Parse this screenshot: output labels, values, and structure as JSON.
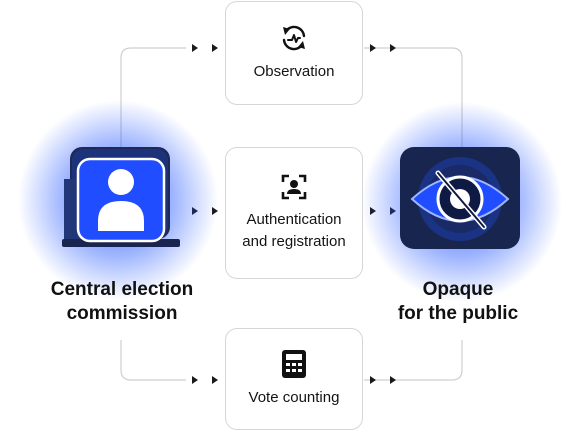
{
  "actors": {
    "left": {
      "line1": "Central election",
      "line2": "commission",
      "icon": "user-laptop-icon"
    },
    "right": {
      "line1": "Opaque",
      "line2": "for the public",
      "icon": "eye-slash-icon"
    }
  },
  "steps": [
    {
      "label_line1": "Observation",
      "label_line2": "",
      "icon": "refresh-activity-icon"
    },
    {
      "label_line1": "Authentication",
      "label_line2": "and registration",
      "icon": "face-scan-icon"
    },
    {
      "label_line1": "Vote counting",
      "label_line2": "",
      "icon": "calculator-icon"
    }
  ],
  "colors": {
    "accent": "#1f4dff",
    "glow": "#2f5bff",
    "box_border": "#d6d6d6",
    "arrow": "#1a1a1a",
    "line": "#cfcfcf"
  }
}
